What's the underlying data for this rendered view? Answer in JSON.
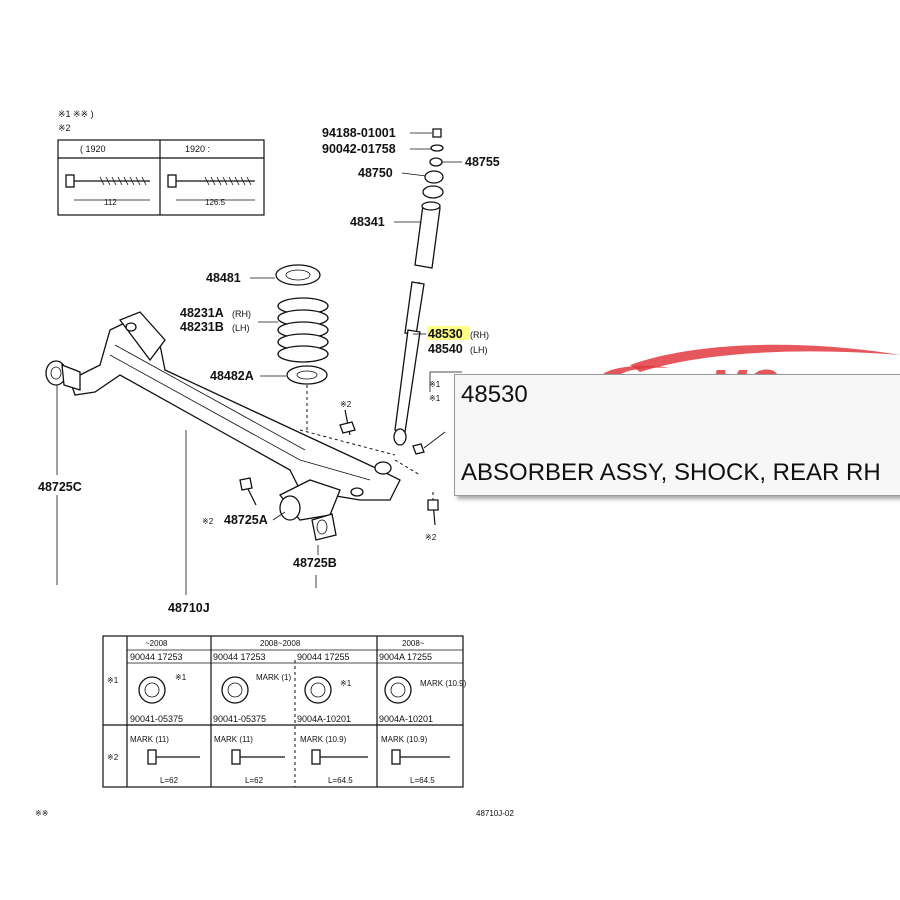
{
  "colors": {
    "logo_red": "#e0393f",
    "highlight": "#ffff66",
    "tooltip_bg": "#f7f7f7"
  },
  "logo": {
    "text": "MC"
  },
  "callouts": {
    "c94188": "94188-01001",
    "c90042": "90042-01758",
    "c48755": "48755",
    "c48750": "48750",
    "c48341": "48341",
    "c48481": "48481",
    "c48231a": "48231A",
    "c48231a_side": "(RH)",
    "c48231b": "48231B",
    "c48231b_side": "(LH)",
    "c48482a": "48482A",
    "c48530": "48530",
    "c48530_side": "(RH)",
    "c48540": "48540",
    "c48540_side": "(LH)",
    "c48725c": "48725C",
    "c48725a": "48725A",
    "c48725a_prefix": "※2",
    "c48725b": "48725B",
    "c48710j": "48710J",
    "c_sm1": "※1",
    "c_sm2": "※1",
    "c_sm3": "※2",
    "c_sm4": "※2"
  },
  "top_table": {
    "header": "※1 ※※ )",
    "sub": "※2",
    "col1": "( 1920",
    "col2": "1920 :",
    "dim1": "112",
    "dim2": "126.5"
  },
  "bottom_table": {
    "row_labels": [
      "※1",
      "※2"
    ],
    "columns": [
      {
        "date": "~2008",
        "part_top": "90044 17253",
        "mark": "※1",
        "part_bottom": "90041-05375",
        "bolt_mark": "MARK (11)",
        "bolt_len": "L=62"
      },
      {
        "date": "2008~2008",
        "part_top": "90044 17253",
        "mark": "MARK (1)",
        "part_bottom": "90041-05375",
        "bolt_mark": "MARK (11)",
        "bolt_len": "L=62"
      },
      {
        "date": "",
        "part_top": "90044 17255",
        "mark": "※1",
        "part_bottom": "9004A-10201",
        "bolt_mark": "MARK (10.9)",
        "bolt_len": "L=64.5"
      },
      {
        "date": "2008~",
        "part_top": "9004A 17255",
        "mark": "MARK (10.9)",
        "part_bottom": "9004A-10201",
        "bolt_mark": "MARK (10.9)",
        "bolt_len": "L=64.5"
      }
    ]
  },
  "footer": {
    "left": "※※",
    "right": "48710J-02"
  },
  "tooltip": {
    "code": "48530",
    "description": "ABSORBER ASSY, SHOCK, REAR RH"
  }
}
